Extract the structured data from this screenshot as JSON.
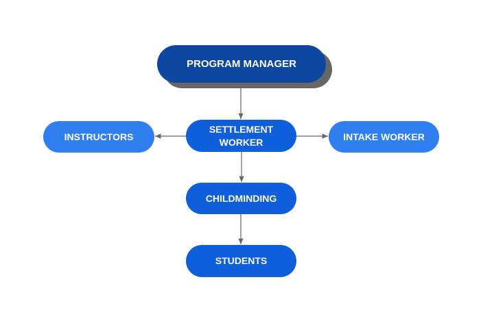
{
  "nodes": {
    "program_manager": "PROGRAM MANAGER",
    "settlement_worker_line1": "SETTLEMENT",
    "settlement_worker_line2": "WORKER",
    "instructors": "INSTRUCTORS",
    "intake_worker": "INTAKE WORKER",
    "childminding": "CHILDMINDING",
    "students": "STUDENTS"
  },
  "colors": {
    "top": "#0d47a1",
    "main": "#0f5fdc",
    "side": "#2f7ff0",
    "connector": "#666666"
  }
}
